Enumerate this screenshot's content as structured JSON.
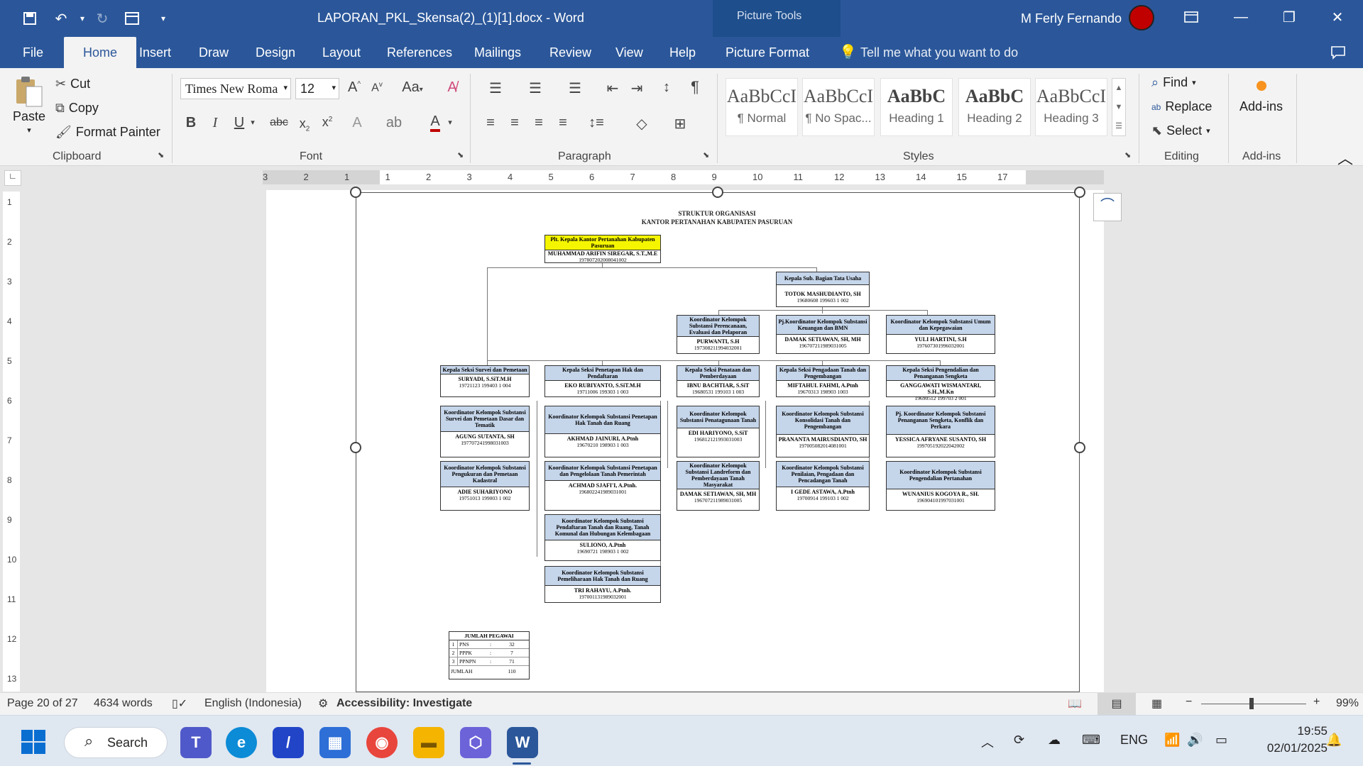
{
  "titlebar": {
    "doc_title": "LAPORAN_PKL_Skensa(2)_(1)[1].docx  -  Word",
    "picture_tools": "Picture Tools",
    "user_name": "M Ferly Fernando",
    "accent": "#2b579a"
  },
  "tabs": [
    "File",
    "Home",
    "Insert",
    "Draw",
    "Design",
    "Layout",
    "References",
    "Mailings",
    "Review",
    "View",
    "Help",
    "Picture Format"
  ],
  "tell_me": "Tell me what you want to do",
  "clipboard": {
    "paste": "Paste",
    "cut": "Cut",
    "copy": "Copy",
    "format_painter": "Format Painter",
    "label": "Clipboard"
  },
  "font": {
    "name": "Times New Roma",
    "size": "12",
    "label": "Font"
  },
  "paragraph": {
    "label": "Paragraph"
  },
  "styles": {
    "label": "Styles",
    "items": [
      {
        "sample": "AaBbCcI",
        "name": "¶ Normal"
      },
      {
        "sample": "AaBbCcI",
        "name": "¶ No Spac..."
      },
      {
        "sample": "AaBbC",
        "name": "Heading 1"
      },
      {
        "sample": "AaBbC",
        "name": "Heading 2"
      },
      {
        "sample": "AaBbCcI",
        "name": "Heading 3"
      }
    ]
  },
  "editing": {
    "find": "Find",
    "replace": "Replace",
    "select": "Select",
    "label": "Editing"
  },
  "addins": {
    "button": "Add-ins",
    "label": "Add-ins"
  },
  "ruler": {
    "h_ticks": [
      "3",
      "2",
      "1",
      "1",
      "2",
      "3",
      "4",
      "5",
      "6",
      "7",
      "8",
      "9",
      "10",
      "11",
      "12",
      "13",
      "14",
      "15",
      "17"
    ],
    "v_ticks": [
      "1",
      "2",
      "3",
      "4",
      "5",
      "6",
      "7",
      "8",
      "9",
      "10",
      "11",
      "12",
      "13"
    ]
  },
  "orgchart": {
    "title1": "STRUKTUR ORGANISASI",
    "title2": "KANTOR PERTANAHAN KABUPATEN PASURUAN",
    "head": {
      "title": "Plt. Kepala Kantor Pertanahan Kabupaten Pasuruan",
      "name": "MUHAMMAD ARIFIN SIREGAR, S.T.,M.E",
      "nip": "197807202008041002"
    },
    "tu": {
      "title": "Kepala Sub. Bagian Tata Usaha",
      "name": "TOTOK MASHUDIANTO, SH",
      "nip": "19680608 199603 1 002"
    },
    "koord_tu": [
      {
        "title": "Koordinator Kelompok Substansi Perencanaan, Evaluasi dan Pelaporan",
        "name": "PURWANTI, S.H",
        "nip": "197308211994032001"
      },
      {
        "title": "Pj.Koordinator Kelompok Substansi Keuangan dan BMN",
        "name": "DAMAK SETIAWAN, SH, MH",
        "nip": "196707211989031005"
      },
      {
        "title": "Koordinator Kelompok Substansi Umum dan Kepegawaian",
        "name": "YULI HARTINI, S.H",
        "nip": "197607301996032001"
      }
    ],
    "seksi": [
      {
        "title": "Kepala Seksi Survei dan Pemetaan",
        "name": "SURYADI, S.SiT.M.H",
        "nip": "19721123 199403 1 004"
      },
      {
        "title": "Kepala Seksi Penetapan Hak dan Pendaftaran",
        "name": "EKO RUBIYANTO, S.SiT.M.H",
        "nip": "19711006 199303 1 003"
      },
      {
        "title": "Kepala Seksi Penataan dan Pemberdayaan",
        "name": "IBNU BACHTIAR, S.SiT",
        "nip": "19680531 199103 1 003"
      },
      {
        "title": "Kepala Seksi Pengadaan Tanah dan Pengembangan",
        "name": "MIFTAHUL FAHMI, A.Ptnh",
        "nip": "19670313 198903 1003"
      },
      {
        "title": "Kepala Seksi Pengendalian dan Penanganan Sengketa",
        "name": "GANGGAWATI WISMANTARI, S.H.,M.Kn",
        "nip": "19690512 199703 2 001"
      }
    ],
    "row2": [
      {
        "title": "Koordinator Kelompok Substansi Survei dan Pemetaan Dasar dan Tematik",
        "name": "AGUNG SUTANTA, SH",
        "nip": "197707241998031003"
      },
      {
        "title": "Koordinator Kelompok Substansi Penetapan Hak Tanah dan Ruang",
        "name": "AKHMAD JAINURI, A.Ptnh",
        "nip": "19670210 198903 1 003"
      },
      {
        "title": "Koordinator Kelompok Substansi Penatagunaan Tanah",
        "name": "EDI HARIYONO, S.SiT",
        "nip": "196812121993031003"
      },
      {
        "title": "Koordinator Kelompok Substansi Konsolidasi Tanah dan Pengembangan",
        "name": "PRANANTA MAIRUSDIANTO, SH",
        "nip": "197005082014081001"
      },
      {
        "title": "Pj. Koordinator Kelompok Substansi Penanganan Sengketa, Konflik dan Perkara",
        "name": "YESSICA AFRYANE SUSANTO, SH",
        "nip": "199705192022042002"
      }
    ],
    "row3": [
      {
        "title": "Koordinator Kelompok Substansi Pengukuran dan Pemetaan Kadastral",
        "name": "ADIE SUHARIYONO",
        "nip": "19751013 199003 1 002"
      },
      {
        "title": "Koordinator Kelompok Substansi Penetapan dan Pengelolaan Tanah Pemerintah",
        "name": "ACHMAD SJAFI'I, A.Ptnh.",
        "nip": "196802241989031001"
      },
      {
        "title": "Koordinator Kelompok Substansi Landreform dan Pemberdayaan Tanah Masyarakat",
        "name": "DAMAK SETIAWAN, SH, MH",
        "nip": "196707211989031005"
      },
      {
        "title": "Koordinator Kelompok Substansi Penilaian, Pengadaan dan Pencadangan Tanah",
        "name": "I GEDE ASTAWA, A.Ptnh",
        "nip": "19700914 199103 1 002"
      },
      {
        "title": "Koordinator Kelompok Substansi Pengendalian Pertanahan",
        "name": "WUNANIUS KOGOYA R., SH.",
        "nip": "196904101997031001"
      }
    ],
    "row4": {
      "title": "Koordinator Kelompok Substansi Pendaftaran Tanah dan Ruang, Tanah Komunal dan Hubungan Kelembagaan",
      "name": "SULIONO, A.Ptnh",
      "nip": "19690721 198903 1 002"
    },
    "row5": {
      "title": "Koordinator Kelompok Substansi Pemeliharaan Hak Tanah dan Ruang",
      "name": "TRI RAHAYU, A.Ptnh.",
      "nip": "197001131989032001"
    },
    "pegawai": {
      "title": "JUMLAH PEGAWAI",
      "rows": [
        {
          "no": "1",
          "label": "PNS",
          "sep": ":",
          "value": "32"
        },
        {
          "no": "2",
          "label": "PPPK",
          "sep": ":",
          "value": "7"
        },
        {
          "no": "3",
          "label": "PPNPN",
          "sep": ":",
          "value": "71"
        }
      ],
      "total_label": "JUMLAH",
      "total_value": "110"
    }
  },
  "statusbar": {
    "page": "Page 20 of 27",
    "words": "4634 words",
    "language": "English (Indonesia)",
    "accessibility": "Accessibility: Investigate",
    "zoom": "99%"
  },
  "taskbar": {
    "search": "Search",
    "lang": "ENG",
    "time": "19:55",
    "date": "02/01/2025"
  }
}
